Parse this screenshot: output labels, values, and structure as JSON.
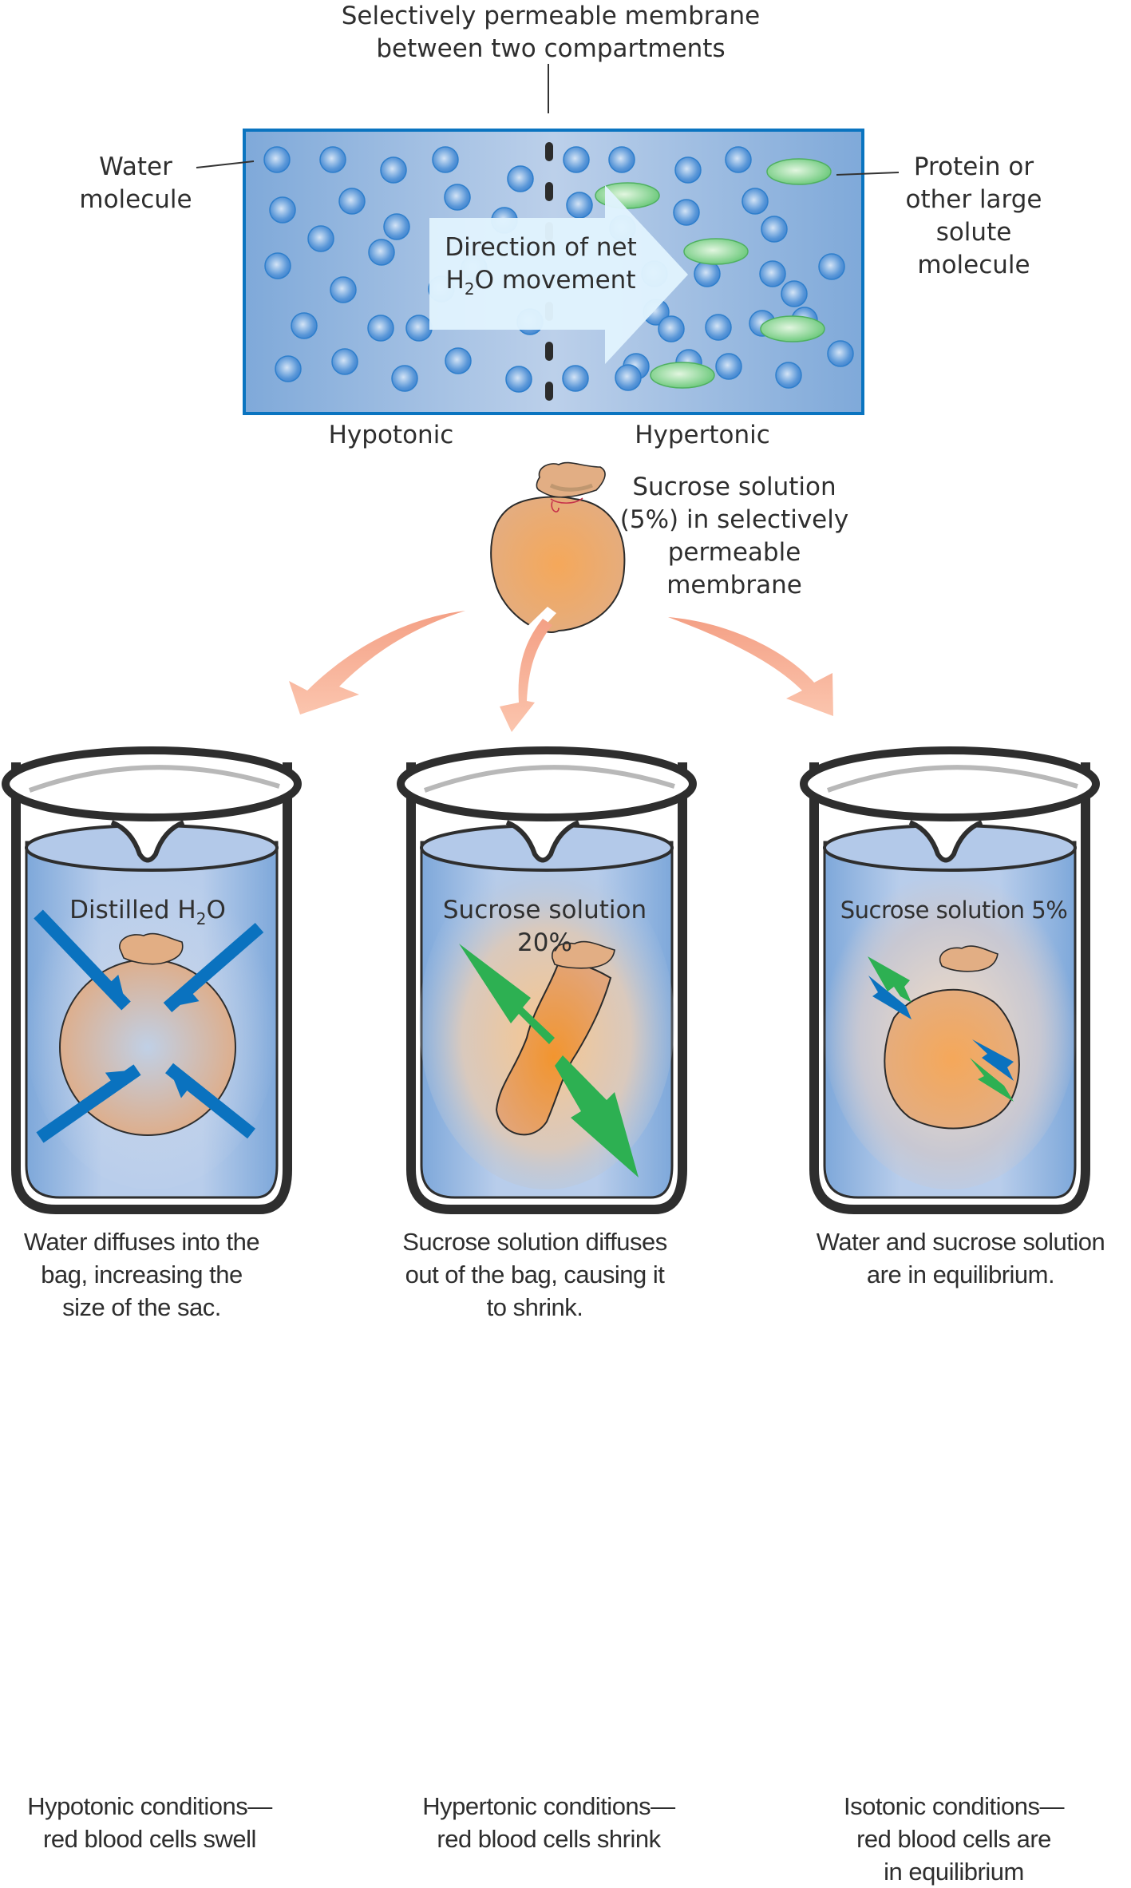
{
  "membrane_panel": {
    "title_line1": "Selectively permeable membrane",
    "title_line2": "between two compartments",
    "water_label_line1": "Water",
    "water_label_line2": "molecule",
    "solute_label_line1": "Protein or",
    "solute_label_line2": "other large",
    "solute_label_line3": "solute",
    "solute_label_line4": "molecule",
    "arrow_label_line1": "Direction of net",
    "arrow_label_h": "H",
    "arrow_label_sub": "2",
    "arrow_label_rest": "O movement",
    "left_compartment": "Hypotonic",
    "right_compartment": "Hypertonic",
    "colors": {
      "border": "#0a74c0",
      "water": "#3d86d0",
      "solute": "#5cc46a",
      "arrow": "#e0f3fd"
    }
  },
  "sac": {
    "label_line1": "Sucrose solution",
    "label_line2": "(5%) in selectively",
    "label_line3": "permeable",
    "label_line4": "membrane",
    "color": "#e6aa7c"
  },
  "beakers": [
    {
      "solution_h": "Distilled H",
      "solution_sub": "2",
      "solution_rest": "O",
      "caption_line1": "Water diffuses into the",
      "caption_line2": "bag, increasing the",
      "caption_line3": "size of the sac.",
      "condition_line1": "Hypotonic conditions—",
      "condition_line2": "red blood cells swell",
      "condition_line3": ""
    },
    {
      "solution_line1": "Sucrose solution",
      "solution_line2": "20%",
      "caption_line1": "Sucrose solution diffuses",
      "caption_line2": "out of the bag, causing it",
      "caption_line3": "to shrink.",
      "condition_line1": "Hypertonic conditions—",
      "condition_line2": "red blood cells shrink",
      "condition_line3": ""
    },
    {
      "solution_line1": "Sucrose solution 5%",
      "caption_line1": "Water and sucrose solution",
      "caption_line2": "are in equilibrium.",
      "caption_line3": "",
      "condition_line1": "Isotonic conditions—",
      "condition_line2": "red blood cells are",
      "condition_line3": "in equilibrium"
    }
  ]
}
